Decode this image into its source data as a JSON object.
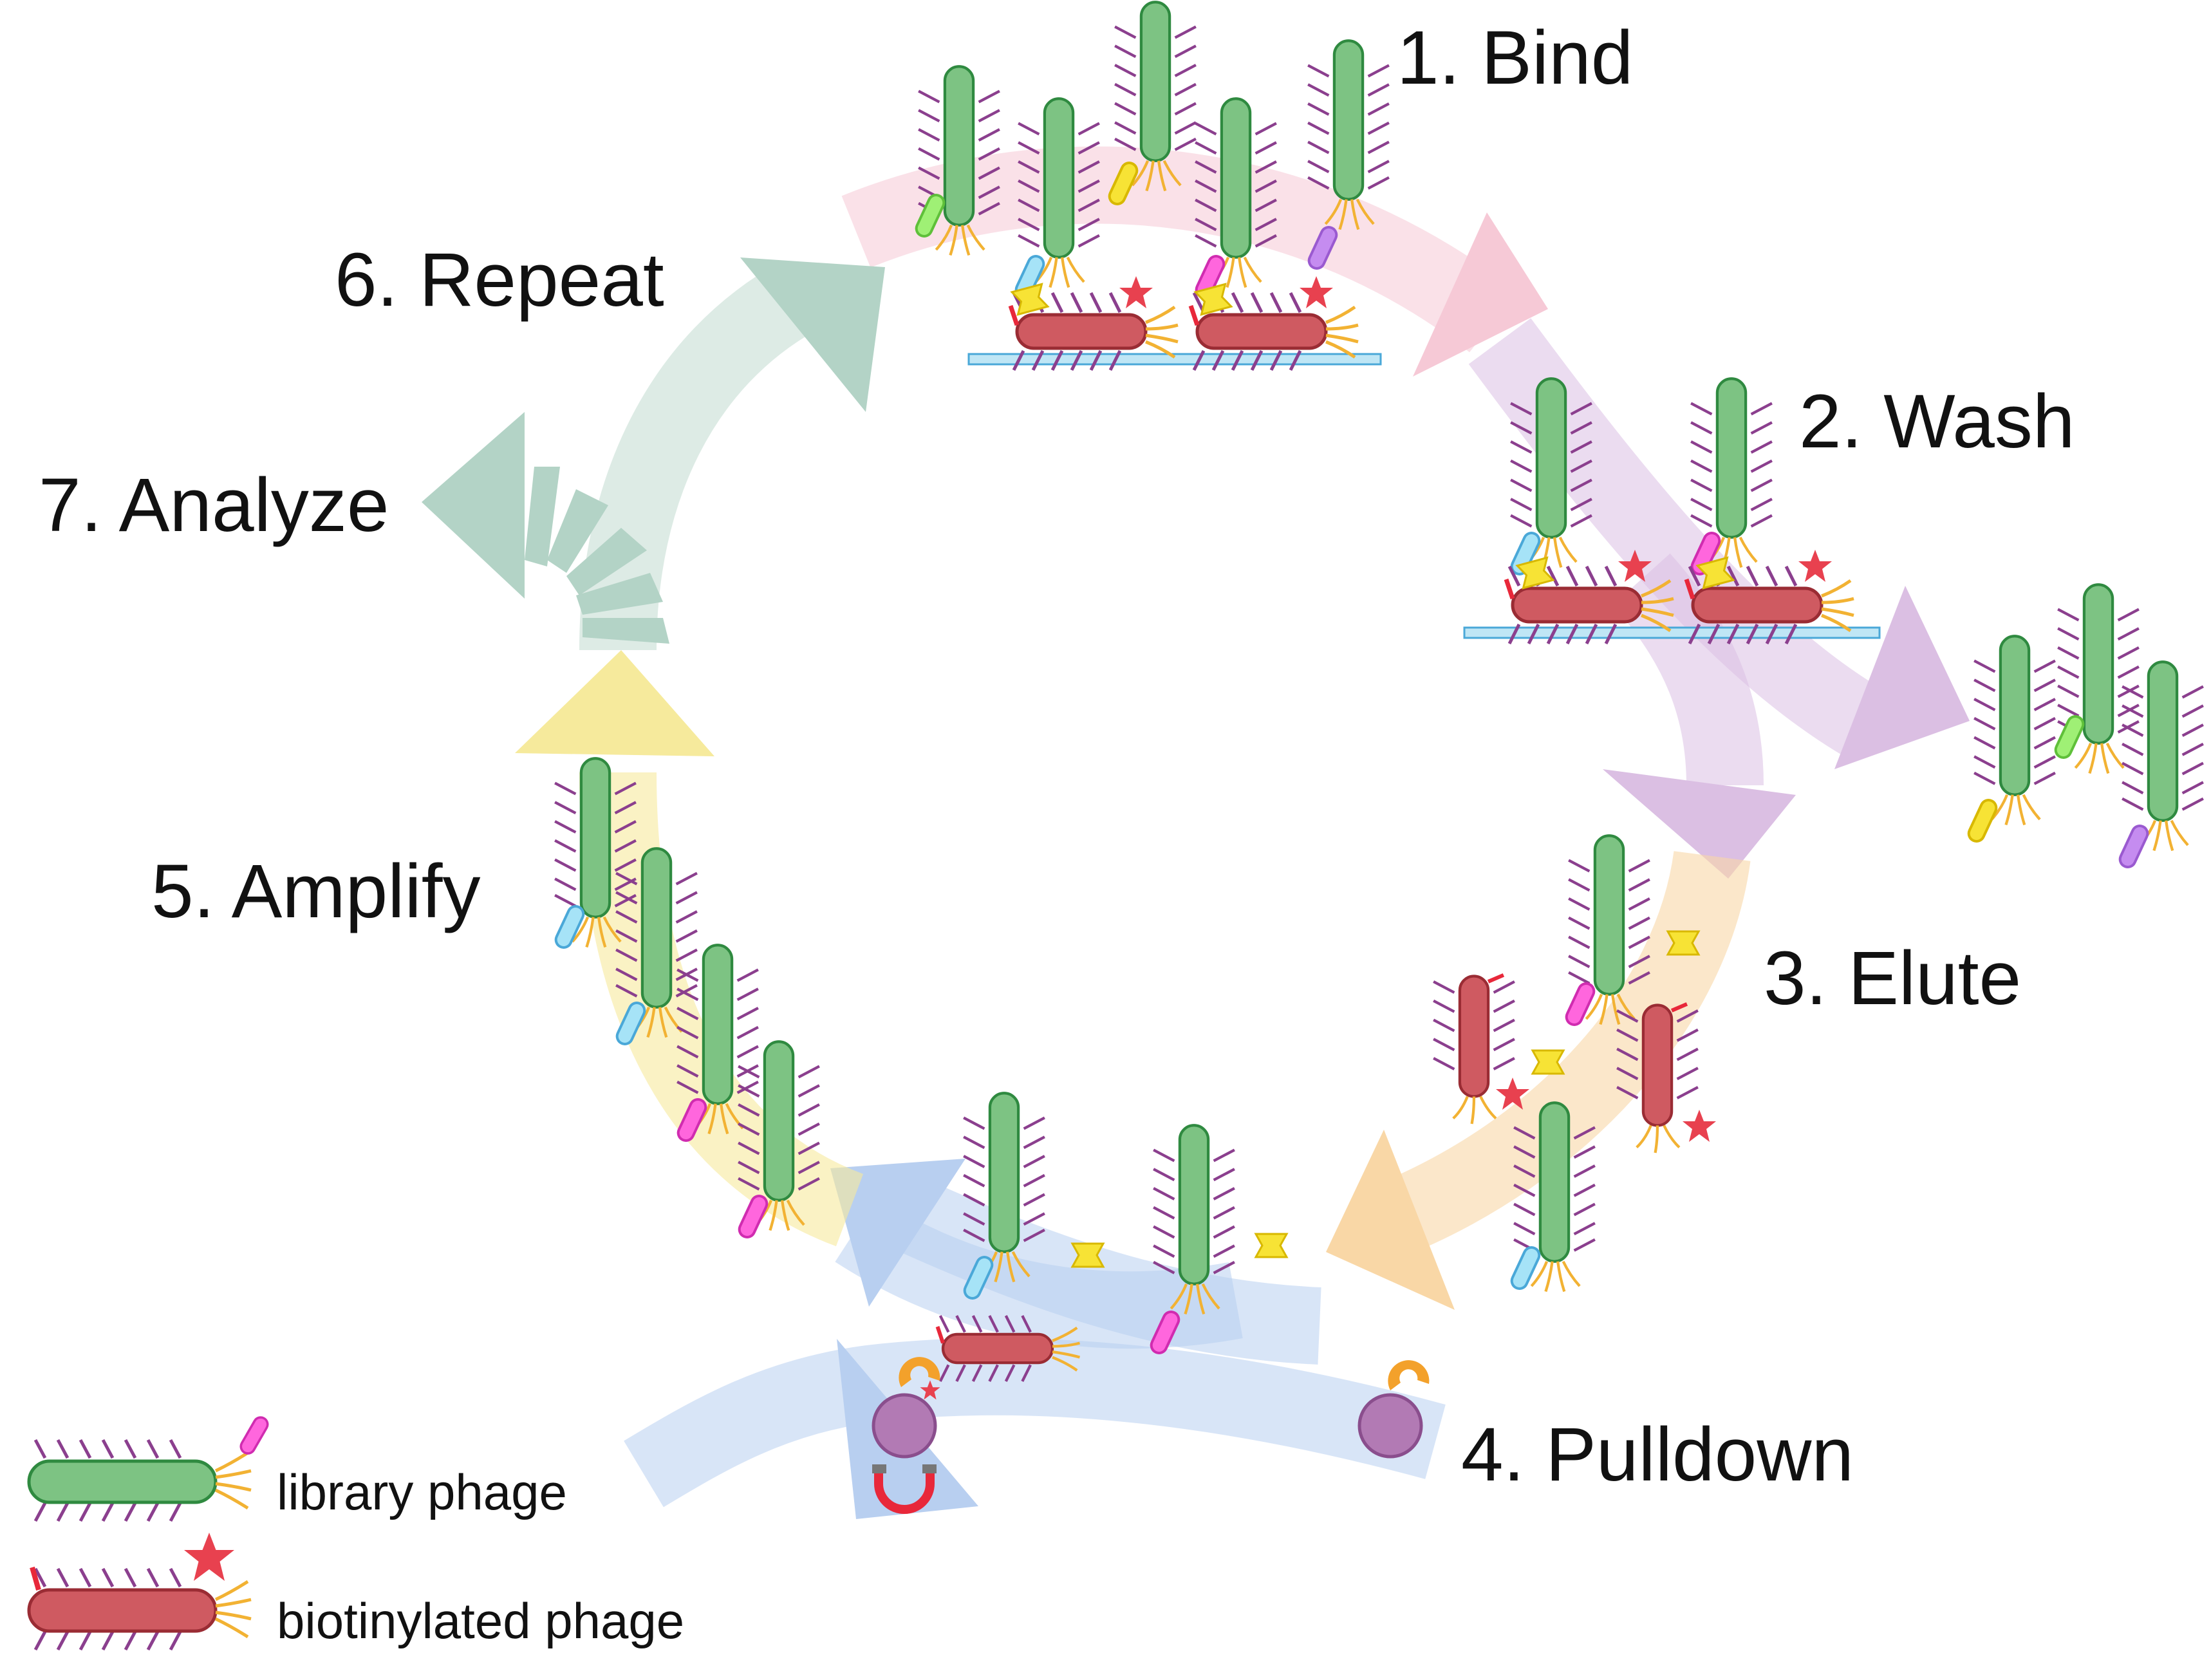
{
  "steps": [
    {
      "label": "1. Bind"
    },
    {
      "label": "2. Wash"
    },
    {
      "label": "3. Elute"
    },
    {
      "label": "4. Pulldown"
    },
    {
      "label": "5. Amplify"
    },
    {
      "label": "6. Repeat"
    },
    {
      "label": "7. Analyze"
    }
  ],
  "legend": {
    "library": "library phage",
    "biotinylated": "biotinylated phage"
  },
  "colors": {
    "library_phage": "#7dc383",
    "biotinylated_phage": "#cf5a61",
    "pvIII_spikes": "#8b3f8e",
    "tail_fibers": "#f2b233",
    "target_star": "#e8414f",
    "bind_arrow": "#f6c9d6",
    "wash_arrow": "#dbbfe3",
    "elute_arrow": "#f9d7a6",
    "pulldown_arrow": "#b8cff0",
    "amplify_arrow": "#f6ea9c",
    "repeat_arrow": "#b3d3c6",
    "surface": "#bfe6f5",
    "bead": "#b27ab4",
    "streptavidin": "#f3a12b",
    "magnet": "#e8283a"
  },
  "peptide_colors": [
    "#ff66dd",
    "#a6e3f7",
    "#9ff075",
    "#f7e335",
    "#c58cf0"
  ]
}
